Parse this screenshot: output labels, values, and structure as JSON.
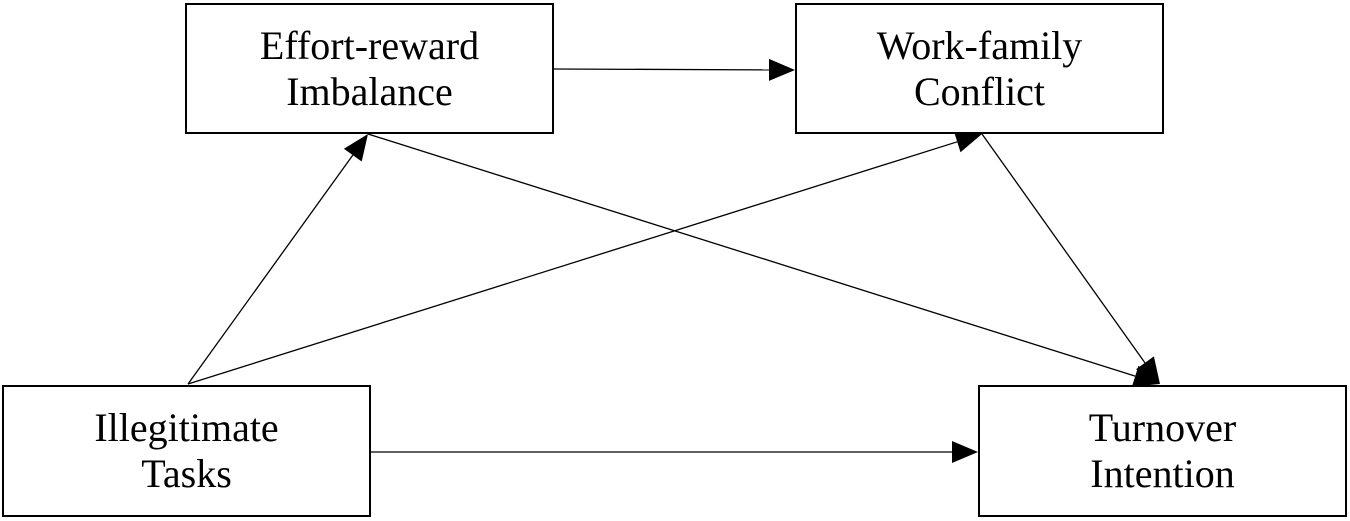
{
  "diagram": {
    "nodes": {
      "effort_reward_imbalance": {
        "line1": "Effort-reward",
        "line2": "Imbalance"
      },
      "work_family_conflict": {
        "line1": "Work-family",
        "line2": "Conflict"
      },
      "illegitimate_tasks": {
        "line1": "Illegitimate",
        "line2": "Tasks"
      },
      "turnover_intention": {
        "line1": "Turnover",
        "line2": "Intention"
      }
    },
    "edges": [
      {
        "from": "illegitimate_tasks",
        "to": "effort_reward_imbalance"
      },
      {
        "from": "illegitimate_tasks",
        "to": "work_family_conflict"
      },
      {
        "from": "illegitimate_tasks",
        "to": "turnover_intention"
      },
      {
        "from": "effort_reward_imbalance",
        "to": "work_family_conflict"
      },
      {
        "from": "effort_reward_imbalance",
        "to": "turnover_intention"
      },
      {
        "from": "work_family_conflict",
        "to": "turnover_intention"
      }
    ],
    "colors": {
      "stroke": "#000000",
      "background": "#ffffff"
    }
  }
}
